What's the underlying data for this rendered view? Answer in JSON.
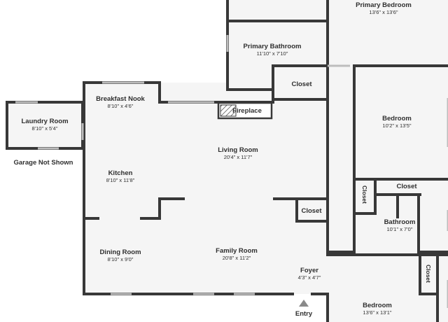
{
  "rooms": {
    "primary_bedroom": {
      "name": "Primary Bedroom",
      "dims": "13'6\" x 13'6\""
    },
    "primary_bathroom": {
      "name": "Primary Bathroom",
      "dims": "11'10\" x 7'10\""
    },
    "closet_primary": {
      "name": "Closet"
    },
    "breakfast_nook": {
      "name": "Breakfast Nook",
      "dims": "8'10\" x 4'6\""
    },
    "fireplace": {
      "name": "Fireplace"
    },
    "laundry": {
      "name": "Laundry Room",
      "dims": "8'10\" x 5'4\""
    },
    "bedroom_east": {
      "name": "Bedroom",
      "dims": "10'2\" x 13'5\""
    },
    "living_room": {
      "name": "Living Room",
      "dims": "20'4\" x 11'7\""
    },
    "kitchen": {
      "name": "Kitchen",
      "dims": "8'10\" x 11'8\""
    },
    "closet_vertical_left": {
      "name": "Closet"
    },
    "closet_upper": {
      "name": "Closet"
    },
    "closet_center": {
      "name": "Closet"
    },
    "bathroom": {
      "name": "Bathroom",
      "dims": "10'1\" x 7'0\""
    },
    "dining_room": {
      "name": "Dining Room",
      "dims": "8'10\" x 9'0\""
    },
    "family_room": {
      "name": "Family Room",
      "dims": "20'8\" x 11'2\""
    },
    "foyer": {
      "name": "Foyer",
      "dims": "4'3\" x 4'7\""
    },
    "closet_vertical_right": {
      "name": "Closet"
    },
    "bedroom_south": {
      "name": "Bedroom",
      "dims": "13'6\" x 13'1\""
    }
  },
  "notes": {
    "garage": "Garage Not Shown",
    "entry": "Entry"
  },
  "colors": {
    "wall": "#383838",
    "floor": "#f5f5f5",
    "text": "#2f2f2f",
    "window": "#bdbdbd"
  }
}
